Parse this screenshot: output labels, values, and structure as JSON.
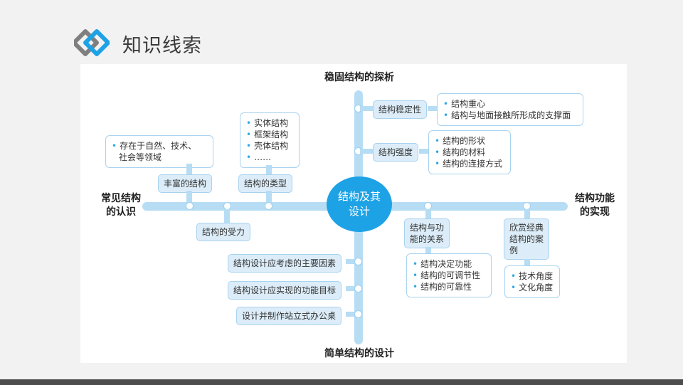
{
  "title": "知识线索",
  "colors": {
    "accent": "#1ea2e6",
    "bar": "#b7ddf4",
    "tag_fill": "#dcedf9",
    "tag_border": "#a8d3ef",
    "bullet": "#2fa8e6"
  },
  "center": {
    "line1": "结构及其",
    "line2": "设计"
  },
  "axes": {
    "top": "稳固结构的探析",
    "bottom": "简单结构的设计",
    "left": {
      "line1": "常见结构",
      "line2": "的认识"
    },
    "right": {
      "line1": "结构功能",
      "line2": "的实现"
    }
  },
  "left_branch": {
    "rich": {
      "label": "丰富的结构",
      "note": {
        "line1": "存在于自然、技术、",
        "line2": "社会等领域"
      }
    },
    "types": {
      "label": "结构的类型",
      "items": [
        "实体结构",
        "框架结构",
        "壳体结构",
        "……"
      ]
    },
    "force": {
      "label": "结构的受力"
    }
  },
  "top_branch": {
    "stability": {
      "label": "结构稳定性",
      "items": [
        "结构重心",
        "结构与地面接触所形成的支撑面"
      ]
    },
    "strength": {
      "label": "结构强度",
      "items": [
        "结构的形状",
        "结构的材料",
        "结构的连接方式"
      ]
    }
  },
  "right_branch": {
    "relation": {
      "line1": "结构与功",
      "line2": "能的关系",
      "items": [
        "结构决定功能",
        "结构的可调节性",
        "结构的可靠性"
      ]
    },
    "cases": {
      "line1": "欣赏经典",
      "line2": "结构的案",
      "line3": "例",
      "items": [
        "技术角度",
        "文化角度"
      ]
    }
  },
  "bottom_branch": {
    "items": [
      "结构设计应考虑的主要因素",
      "结构设计应实现的功能目标",
      "设计并制作站立式办公桌"
    ]
  }
}
